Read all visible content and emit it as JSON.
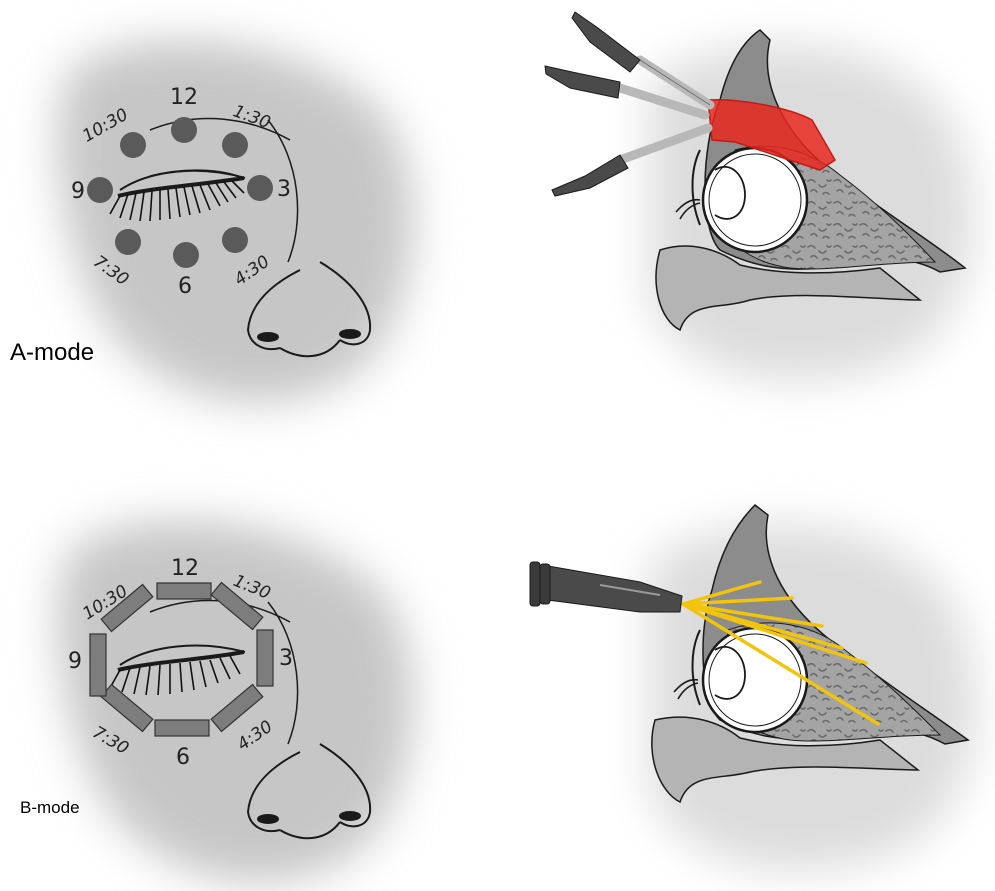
{
  "panels": {
    "a_mode": {
      "label": "A-mode"
    },
    "b_mode": {
      "label": "B-mode"
    }
  },
  "clock_positions": {
    "twelve": "12",
    "one_thirty": "1:30",
    "three": "3",
    "four_thirty": "4:30",
    "six": "6",
    "seven_thirty": "7:30",
    "nine": "9",
    "ten_thirty": "10:30"
  },
  "colors": {
    "face_shading": "#c4c4c4",
    "probe_dot": "#5a5a5a",
    "b_mode_transducer": "#7d7d7d",
    "a_mode_beam_zone": "#e8281e",
    "b_mode_beam": "#f2c40c",
    "orbit_tissue": "#9c9c9c",
    "line_art": "#1a1a1a"
  },
  "icons": {
    "a_mode_probe": "pencil-probe-icon",
    "b_mode_probe": "linear-transducer-icon",
    "eye": "closed-eye-icon"
  }
}
